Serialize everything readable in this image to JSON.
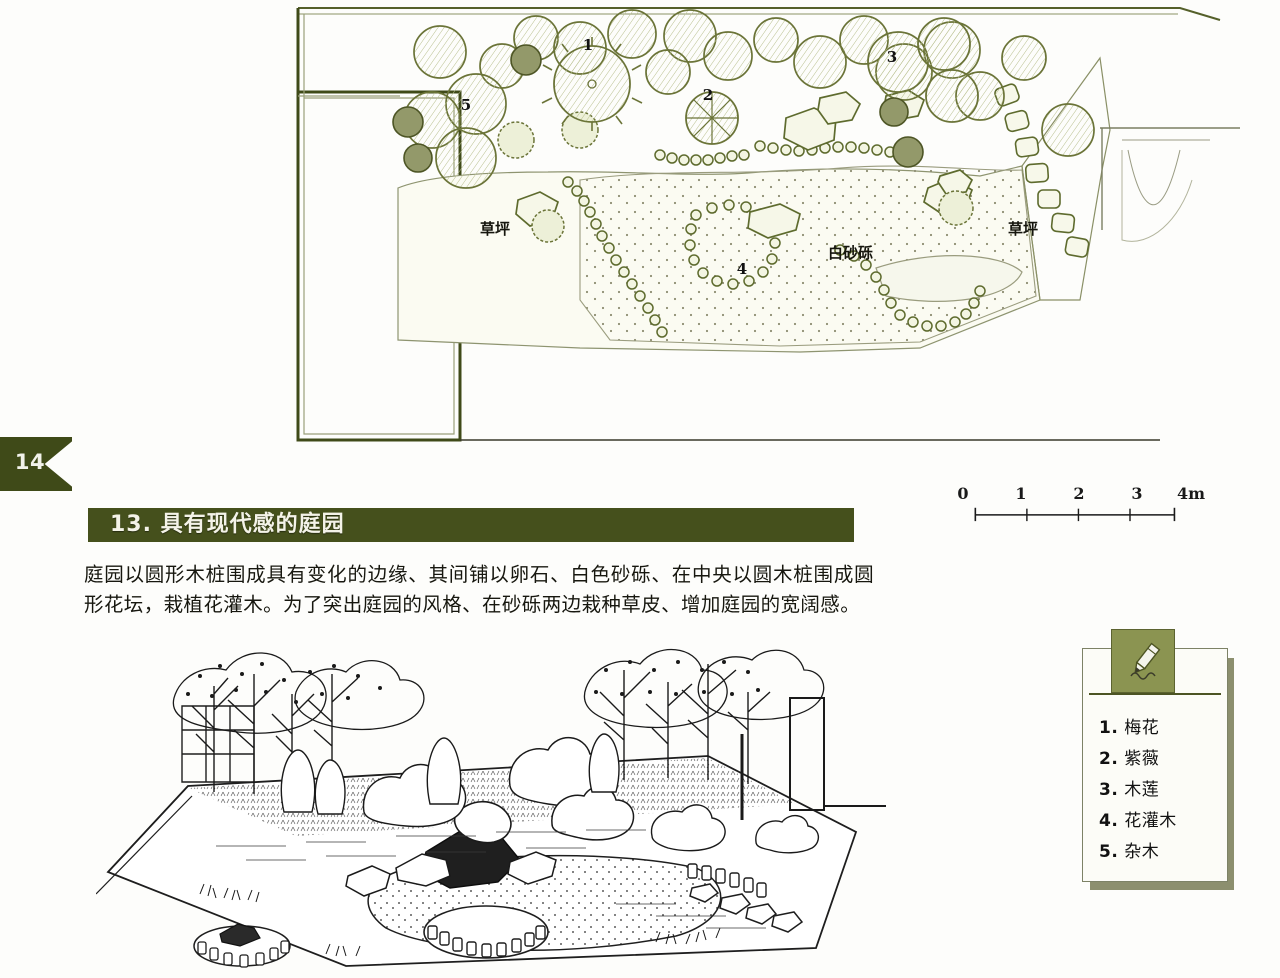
{
  "page": {
    "number": "14"
  },
  "section": {
    "title": "13. 具有现代感的庭园",
    "body": "庭园以圆形木桩围成具有变化的边缘、其间铺以卵石、白色砂砾、在中央以圆木桩围成圆形花坛，栽植花灌木。为了突出庭园的风格、在砂砾两边栽种草皮、增加庭园的宽阔感。"
  },
  "plan": {
    "labels": {
      "lawn_left": "草坪",
      "lawn_right": "草坪",
      "gravel": "白砂砾"
    },
    "markers": [
      {
        "id": "1",
        "label": "1"
      },
      {
        "id": "2",
        "label": "2"
      },
      {
        "id": "3",
        "label": "3"
      },
      {
        "id": "4",
        "label": "4"
      },
      {
        "id": "5",
        "label": "5"
      }
    ]
  },
  "scalebar": {
    "ticks": [
      "0",
      "1",
      "2",
      "3"
    ],
    "end_label": "4m"
  },
  "legend": {
    "icon": "pencil-icon",
    "items": [
      {
        "num": "1.",
        "name": "梅花"
      },
      {
        "num": "2.",
        "name": "紫薇"
      },
      {
        "num": "3.",
        "name": "木莲"
      },
      {
        "num": "4.",
        "name": "花灌木"
      },
      {
        "num": "5.",
        "name": "杂木"
      }
    ]
  },
  "colors": {
    "title_green": "#45501c",
    "tab_green": "#3f4a18",
    "badge_green": "#8b9451",
    "ink_olive": "#5e6b2e",
    "canopy_fill": "#eef0dc",
    "ink_black": "#1a1a1a"
  }
}
